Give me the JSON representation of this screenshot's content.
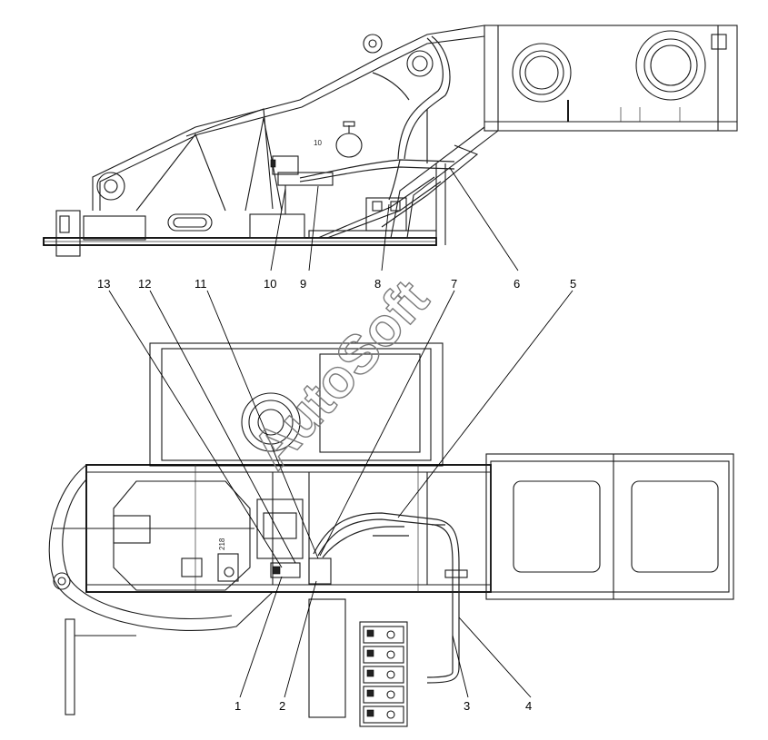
{
  "watermark": "AutoSoft",
  "side_view_marker": "10",
  "plan_view_marker": "218",
  "callouts": {
    "c1": "1",
    "c2": "2",
    "c3": "3",
    "c4": "4",
    "c5": "5",
    "c6": "6",
    "c7": "7",
    "c8": "8",
    "c9": "9",
    "c10": "10",
    "c11": "11",
    "c12": "12",
    "c13": "13"
  }
}
